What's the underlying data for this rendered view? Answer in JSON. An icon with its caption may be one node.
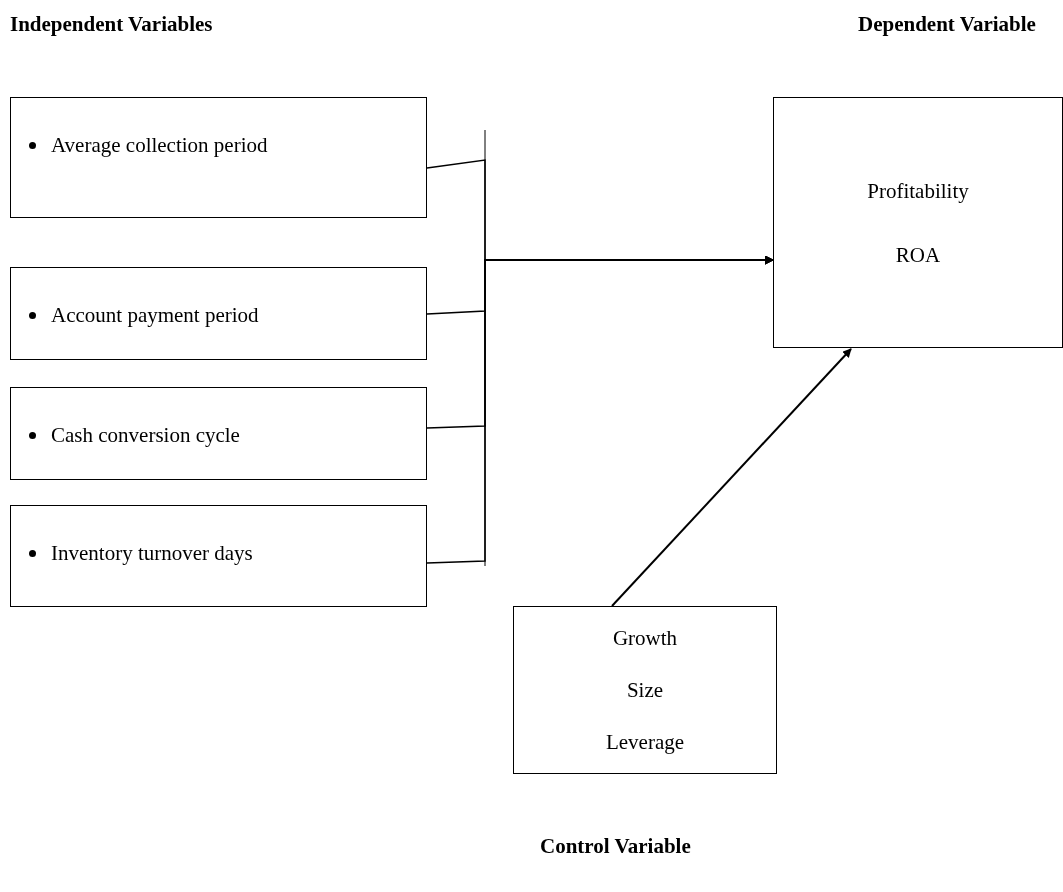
{
  "diagram": {
    "nodes": [
      {
        "text": [
          "Average collection period"
        ]
      },
      {
        "text": [
          "Account payment period"
        ]
      },
      {
        "text": [
          "Cash conversion cycle"
        ]
      },
      {
        "text": [
          "Inventory turnover days"
        ]
      },
      {
        "text": [
          "Profitability",
          "ROA"
        ]
      },
      {
        "text": [
          "Growth",
          "Size",
          "Leverage"
        ],
        "beside": [
          "Control Variable"
        ]
      }
    ],
    "edges": [
      {
        "from": 0,
        "to": 4,
        "arrow": "to"
      },
      {
        "from": 1,
        "to": 4,
        "arrow": "to"
      },
      {
        "from": 2,
        "to": 4,
        "arrow": "to"
      },
      {
        "from": 3,
        "to": 4,
        "arrow": "to"
      },
      {
        "from": 5,
        "to": 4,
        "arrow": "to"
      }
    ],
    "labels": [
      "Independent Variables",
      "Dependent Variable"
    ]
  }
}
